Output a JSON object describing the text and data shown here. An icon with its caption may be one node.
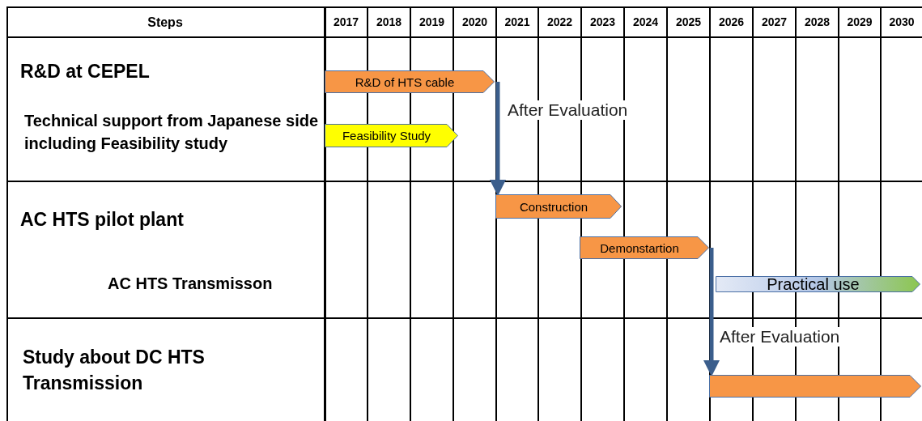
{
  "diagram": {
    "nodes": [
      {
        "text": [
          "R&D of HTS cable"
        ]
      },
      {
        "text": [
          "Feasibility Study"
        ]
      },
      {
        "text": [
          "Construction"
        ]
      },
      {
        "text": [
          "Demonstartion"
        ]
      },
      {
        "text": [
          "Practical use"
        ]
      },
      {
        "text": [],
        "shape": "bar"
      }
    ],
    "edges": [
      {
        "from": 0,
        "to": 2,
        "arrow": "to",
        "label": "After Evaluation"
      },
      {
        "from": 3,
        "to": 5,
        "arrow": "to",
        "label": "After Evaluation"
      }
    ],
    "labels": [
      "Steps",
      "2017",
      "2018",
      "2019",
      "2020",
      "2021",
      "2022",
      "2023",
      "2024",
      "2025",
      "2026",
      "2027",
      "2028",
      "2029",
      "2030",
      "R&D at CEPEL",
      "Technical support from Japanese side including Feasibility study",
      "AC HTS pilot plant",
      "AC HTS Transmisson",
      "Study about DC HTS Transmission"
    ]
  }
}
